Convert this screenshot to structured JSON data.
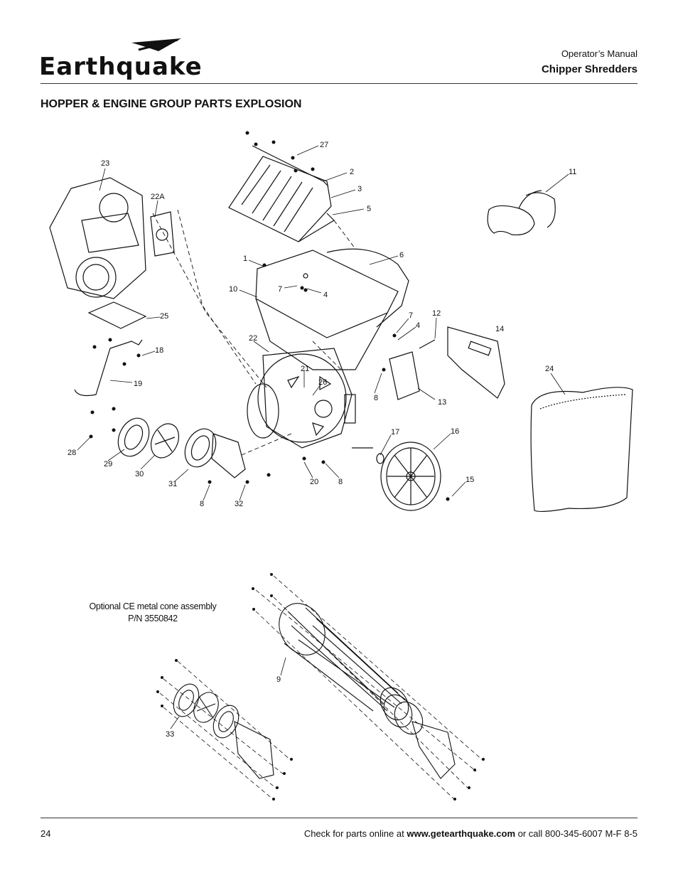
{
  "header": {
    "brand": "Earthquake",
    "manual_label": "Operator’s Manual",
    "product_title": "Chipper Shredders"
  },
  "section_title": "HOPPER & ENGINE GROUP PARTS EXPLOSION",
  "callouts": [
    "27",
    "2",
    "3",
    "5",
    "11",
    "23",
    "22A",
    "6",
    "1",
    "10",
    "7",
    "4",
    "12",
    "7",
    "4",
    "14",
    "19",
    "25",
    "18",
    "22",
    "21",
    "26",
    "8",
    "13",
    "24",
    "17",
    "16",
    "28",
    "29",
    "30",
    "31",
    "8",
    "32",
    "20",
    "8",
    "15",
    "9",
    "33"
  ],
  "optional": {
    "line1": "Optional CE metal cone assembly",
    "line2": "P/N  3550842"
  },
  "footer": {
    "page_number": "24",
    "prefix": "Check for parts online at ",
    "url": "www.getearthquake.com",
    "suffix": " or call 800-345-6007 M-F 8-5"
  }
}
